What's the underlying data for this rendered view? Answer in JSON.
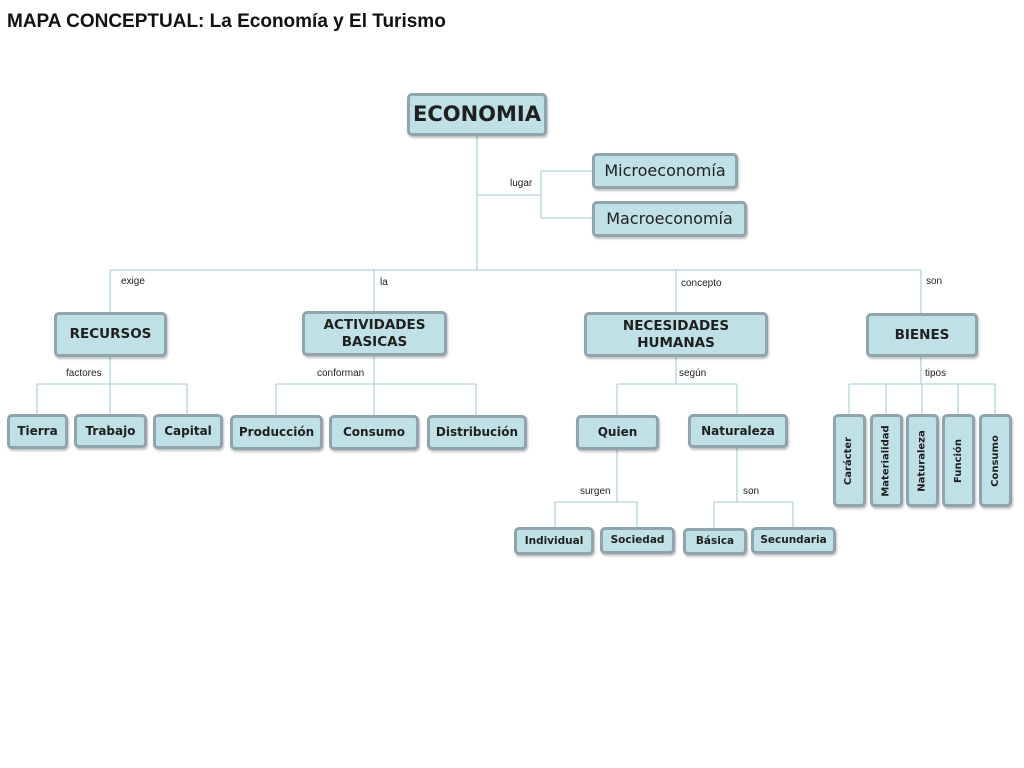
{
  "title": "MAPA CONCEPTUAL: La Economía y El Turismo",
  "nodes": {
    "economia": "ECONOMIA",
    "micro": "Microeconomía",
    "macro": "Macroeconomía",
    "recursos": "RECURSOS",
    "actividades": "ACTIVIDADES BASICAS",
    "necesidades": "NECESIDADES HUMANAS",
    "bienes": "BIENES",
    "tierra": "Tierra",
    "trabajo": "Trabajo",
    "capital": "Capital",
    "produccion": "Producción",
    "consumo": "Consumo",
    "distribucion": "Distribución",
    "quien": "Quien",
    "naturaleza": "Naturaleza",
    "individual": "Individual",
    "sociedad": "Sociedad",
    "basica": "Básica",
    "secundaria": "Secundaria",
    "caracter": "Carácter",
    "materialidad": "Materialidad",
    "naturaleza_b": "Naturaleza",
    "funcion": "Función",
    "consumo_b": "Consumo"
  },
  "links": {
    "lugar": "lugar",
    "exige": "exige",
    "la": "la",
    "concepto": "concepto",
    "son": "son",
    "factores": "factores",
    "conforman": "conforman",
    "segun": "según",
    "tipos": "tipos",
    "surgen": "surgen",
    "son2": "son"
  }
}
